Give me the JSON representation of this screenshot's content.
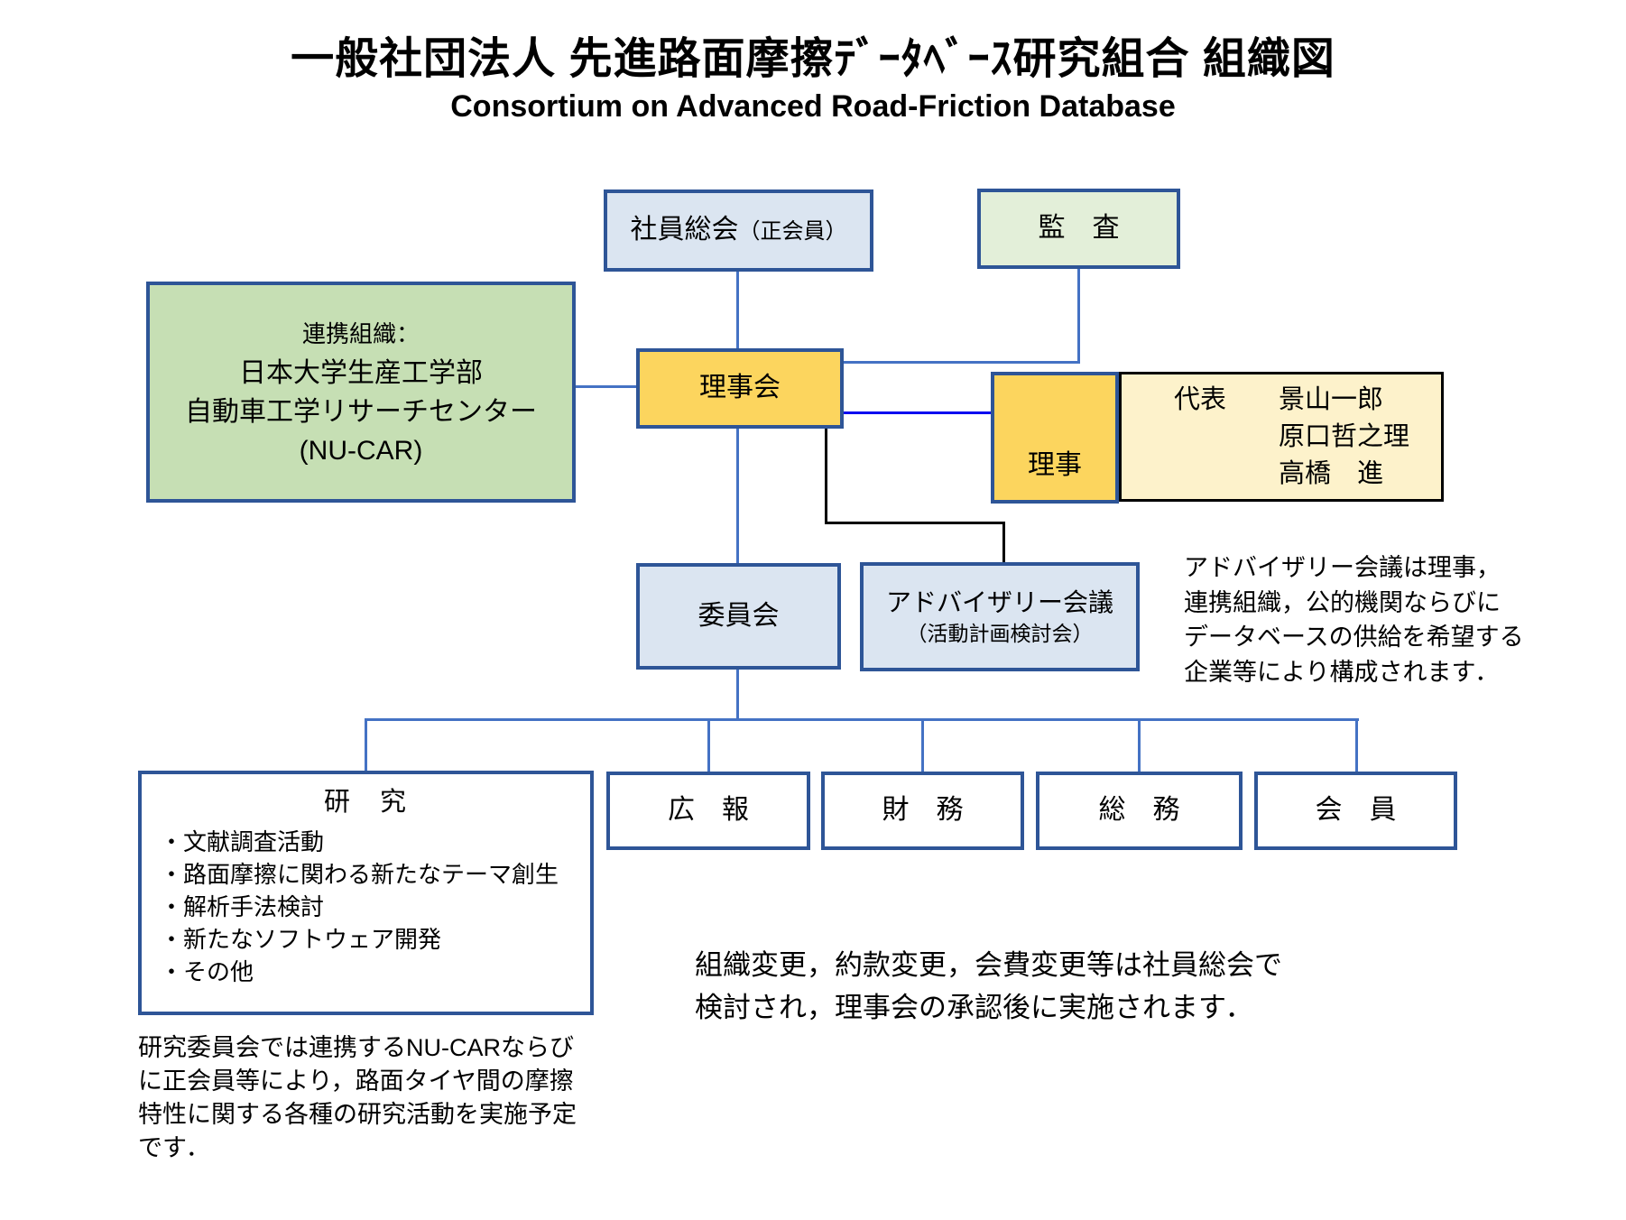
{
  "page": {
    "title_jp": "一般社団法人 先進路面摩擦ﾃﾞｰﾀﾍﾞｰｽ研究組合 組織図",
    "title_en": "Consortium on Advanced Road-Friction Database"
  },
  "nodes": {
    "general_meeting": {
      "label": "社員総会",
      "sublabel": "（正会員）"
    },
    "audit": {
      "label": "監　査"
    },
    "partner": {
      "header": "連携組織：",
      "body": "日本大学生産工学部\n自動車工学リサーチセンター\n(NU-CAR)"
    },
    "board": {
      "label": "理事会"
    },
    "directors": {
      "label": "理事"
    },
    "director_names": {
      "text": "代表　　景山一郎\n　　　　原口哲之理\n　　　　高橋　進"
    },
    "committee": {
      "label": "委員会"
    },
    "advisory": {
      "label": "アドバイザリー会議",
      "sublabel": "（活動計画検討会）"
    },
    "research": {
      "label": "研　究",
      "bullets": [
        "・文献調査活動",
        "・路面摩擦に関わる新たなテーマ創生",
        "・解析手法検討",
        "・新たなソフトウェア開発",
        "・その他"
      ]
    },
    "pr": {
      "label": "広　報"
    },
    "finance": {
      "label": "財　務"
    },
    "general_affairs": {
      "label": "総　務"
    },
    "members": {
      "label": "会　員"
    }
  },
  "notes": {
    "advisory_note": "アドバイザリー会議は理事，\n連携組織，公的機関ならびに\nデータベースの供給を希望する\n企業等により構成されます．",
    "research_note": "研究委員会では連携するNU-CARならび\nに正会員等により，路面タイヤ間の摩擦\n特性に関する各種の研究活動を実施予定\nです．",
    "change_note": "組織変更，約款変更，会費変更等は社員総会で\n検討され，理事会の承認後に実施されます．"
  },
  "colors": {
    "border_blue": "#2e5597",
    "connector_blue": "#4472c4",
    "connector_bright_blue": "#0505f0",
    "connector_black": "#000000",
    "box_light_blue": "#dbe5f1",
    "box_light_green": "#e3efd9",
    "box_green": "#c6dfb4",
    "box_orange": "#fcd55e",
    "box_cream": "#fdf2cb"
  }
}
